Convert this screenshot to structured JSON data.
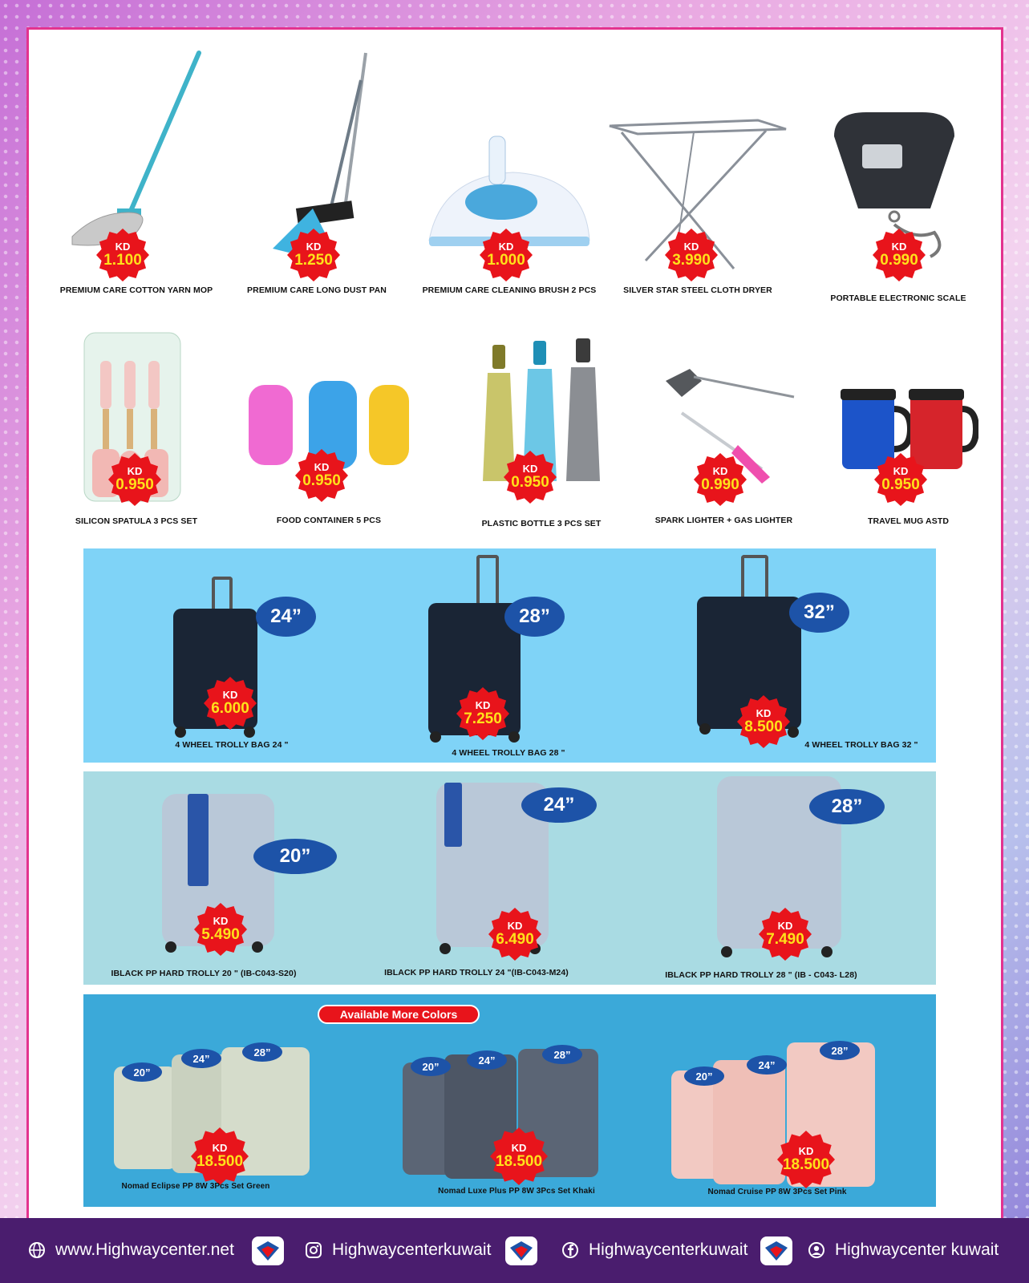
{
  "currency": "KD",
  "row1": [
    {
      "name": "PREMIUM CARE COTTON YARN MOP",
      "price": "1.100",
      "icon": "mop-icon"
    },
    {
      "name": "PREMIUM CARE LONG DUST PAN",
      "price": "1.250",
      "icon": "dustpan-icon"
    },
    {
      "name": "PREMIUM CARE CLEANING BRUSH 2 PCS",
      "price": "1.000",
      "icon": "brush-icon"
    },
    {
      "name": "SILVER STAR STEEL CLOTH DRYER",
      "price": "3.990",
      "icon": "cloth-dryer-icon"
    },
    {
      "name": "PORTABLE ELECTRONIC  SCALE",
      "price": "0.990",
      "icon": "scale-icon"
    }
  ],
  "row2": [
    {
      "name": "SILICON SPATULA 3 PCS SET",
      "price": "0.950",
      "icon": "spatula-icon"
    },
    {
      "name": "FOOD CONTAINER  5 PCS",
      "price": "0.950",
      "icon": "food-container-icon"
    },
    {
      "name": "PLASTIC BOTTLE 3 PCS SET",
      "price": "0.950",
      "icon": "bottle-icon"
    },
    {
      "name": "SPARK LIGHTER + GAS LIGHTER",
      "price": "0.990",
      "icon": "lighter-icon"
    },
    {
      "name": "TRAVEL MUG ASTD",
      "price": "0.950",
      "icon": "mug-icon"
    }
  ],
  "soft_trolleys": [
    {
      "name": "4 WHEEL TROLLY BAG 24 \"",
      "price": "6.000",
      "size": "24”"
    },
    {
      "name": "4 WHEEL TROLLY BAG 28 \"",
      "price": "7.250",
      "size": "28”"
    },
    {
      "name": "4 WHEEL TROLLY BAG 32 \"",
      "price": "8.500",
      "size": "32”"
    }
  ],
  "hard_trolleys": [
    {
      "name": "IBLACK PP HARD TROLLY 20 \" (IB-C043-S20)",
      "price": "5.490",
      "size": "20”"
    },
    {
      "name": "IBLACK PP  HARD TROLLY 24 \"(IB-C043-M24)",
      "price": "6.490",
      "size": "24”"
    },
    {
      "name": "IBLACK PP HARD TROLLY 28 \" (IB - C043- L28)",
      "price": "7.490",
      "size": "28”"
    }
  ],
  "sets_banner": "Available More Colors",
  "sets": [
    {
      "name": "Nomad Eclipse PP 8W 3Pcs Set Green",
      "price": "18.500",
      "sizes": [
        "20”",
        "24”",
        "28”"
      ],
      "color": "#d5dccb"
    },
    {
      "name": "Nomad Luxe Plus PP 8W 3Pcs Set Khaki",
      "price": "18.500",
      "sizes": [
        "20”",
        "24”",
        "28”"
      ],
      "color": "#5b6575"
    },
    {
      "name": "Nomad Cruise PP 8W 3Pcs Set Pink",
      "price": "18.500",
      "sizes": [
        "20”",
        "24”",
        "28”"
      ],
      "color": "#f2c9c2"
    }
  ],
  "footer": {
    "website": "www.Highwaycenter.net",
    "instagram": "Highwaycenterkuwait",
    "facebook": "Highwaycenterkuwait",
    "account": "Highwaycenter kuwait"
  },
  "colors": {
    "price_red": "#e8141b",
    "price_yellow": "#ffe11a",
    "band_soft": "#7fd3f7",
    "band_hard": "#a9dbe3",
    "band_sets": "#3ba9d9",
    "size_oval": "#1d53a8",
    "footer_bg": "#4a1d6e",
    "frame_border": "#e3338f"
  }
}
